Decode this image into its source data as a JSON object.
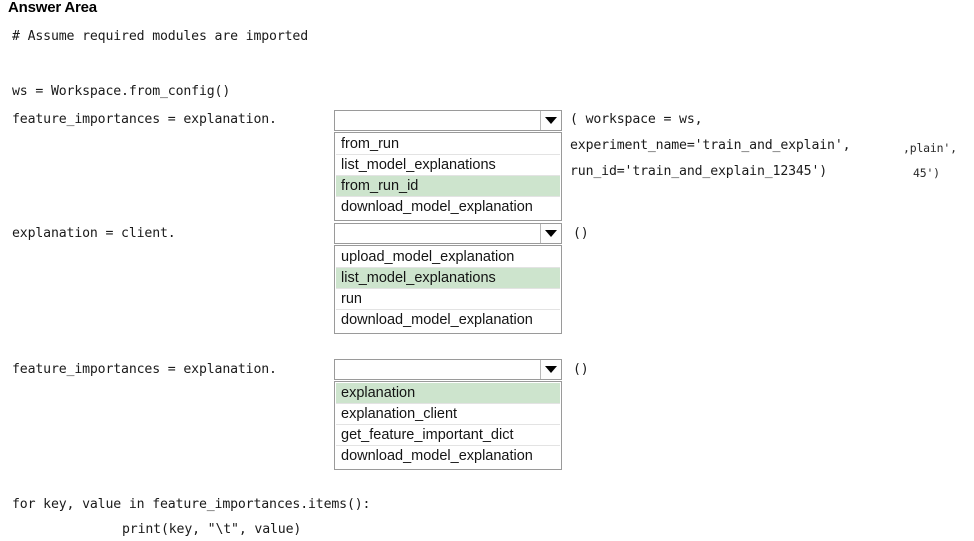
{
  "page": {
    "heading": "Answer Area"
  },
  "code_lines": {
    "comment": "# Assume required modules are imported",
    "ws_assign": "ws = Workspace.from_config()",
    "line_feature_importances_1": "feature_importances = explanation.",
    "line_explanation_client": "explanation = client.",
    "line_feature_importances_2": "feature_importances = explanation.",
    "for_loop": "for key, value in feature_importances.items():",
    "print_stmt": "print(key, \"\\t\", value)"
  },
  "args_block": {
    "line1": "( workspace = ws,",
    "line2": "experiment_name='train_and_explain',",
    "line3": "run_id='train_and_explain_12345')",
    "ghost_line2": ",plain',",
    "ghost_line3": "45')"
  },
  "trailing": {
    "empty_parens_2": "()",
    "empty_parens_3": "()"
  },
  "colors": {
    "selected_option_bg": "#cde4cd",
    "combo_border": "#9a9a9a",
    "text": "#1a1a1a",
    "page_bg": "#ffffff"
  },
  "dropdowns": [
    {
      "id": "dropdown-1",
      "value": "",
      "placeholder": "",
      "arrow_icon": "chevron-down-icon",
      "options": [
        {
          "label": "from_run",
          "selected": false
        },
        {
          "label": "list_model_explanations",
          "selected": false
        },
        {
          "label": "from_run_id",
          "selected": true
        },
        {
          "label": "download_model_explanation",
          "selected": false
        }
      ]
    },
    {
      "id": "dropdown-2",
      "value": "",
      "placeholder": "",
      "arrow_icon": "chevron-down-icon",
      "options": [
        {
          "label": "upload_model_explanation",
          "selected": false
        },
        {
          "label": "list_model_explanations",
          "selected": true
        },
        {
          "label": "run",
          "selected": false
        },
        {
          "label": "download_model_explanation",
          "selected": false
        }
      ]
    },
    {
      "id": "dropdown-3",
      "value": "",
      "placeholder": "",
      "arrow_icon": "chevron-down-icon",
      "options": [
        {
          "label": "explanation",
          "selected": true
        },
        {
          "label": "explanation_client",
          "selected": false
        },
        {
          "label": "get_feature_important_dict",
          "selected": false
        },
        {
          "label": "download_model_explanation",
          "selected": false
        }
      ]
    }
  ]
}
